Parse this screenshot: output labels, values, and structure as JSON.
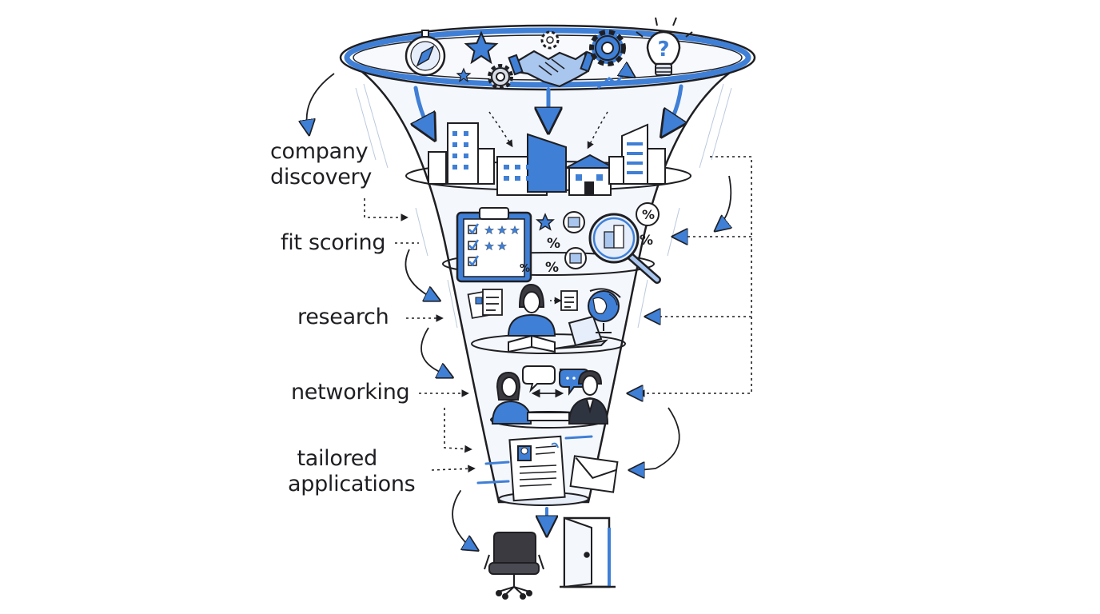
{
  "colors": {
    "ink": "#1f1f23",
    "accent": "#3f7fd6",
    "accent_light": "#a9c6ee",
    "funnel_fill": "#f4f7fc"
  },
  "stages": [
    {
      "id": "company-discovery",
      "lines": [
        "company",
        "discovery"
      ],
      "icons": [
        "buildings-icon"
      ]
    },
    {
      "id": "fit-scoring",
      "lines": [
        "fit scoring"
      ],
      "icons": [
        "clipboard-checklist-icon",
        "magnifier-icon",
        "percent-icon"
      ]
    },
    {
      "id": "research",
      "lines": [
        "research"
      ],
      "icons": [
        "person-reading-icon",
        "laptop-icon",
        "globe-icon",
        "document-icon"
      ]
    },
    {
      "id": "networking",
      "lines": [
        "networking"
      ],
      "icons": [
        "two-people-talking-icon",
        "chat-bubble-icon"
      ]
    },
    {
      "id": "tailored-applications",
      "lines": [
        "tailored",
        "applications"
      ],
      "icons": [
        "resume-icon",
        "envelope-icon"
      ]
    }
  ],
  "top_icons": [
    "compass-icon",
    "star-icon",
    "gear-icon",
    "handshake-icon",
    "gear-icon",
    "lightbulb-icon",
    "trend-arrow-icon"
  ],
  "outcome_icons": [
    "office-chair-icon",
    "open-door-icon"
  ],
  "marks": {
    "percent": "%",
    "question": "?"
  }
}
